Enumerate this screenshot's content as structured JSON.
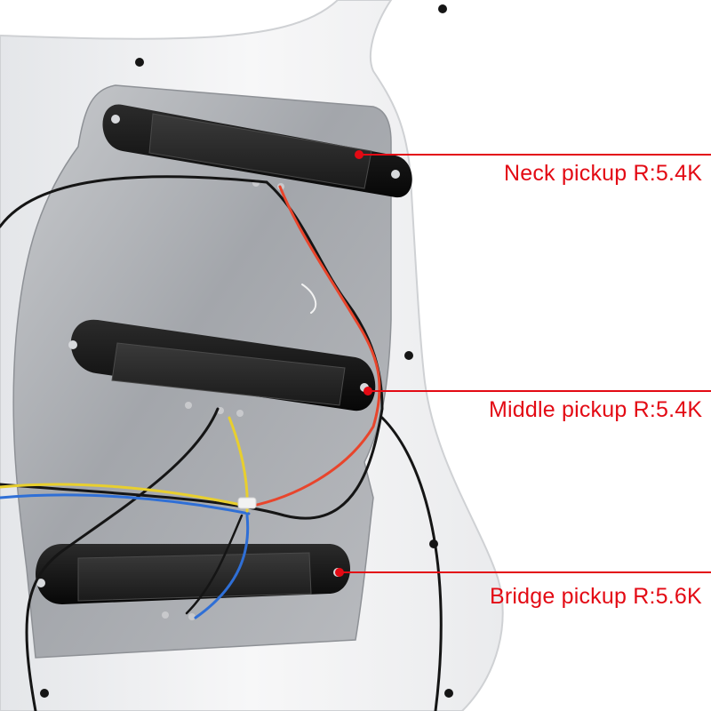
{
  "callouts": {
    "neck": "Neck pickup R:5.4K",
    "middle": "Middle pickup R:5.4K",
    "bridge": "Bridge pickup R:5.6K"
  },
  "colors": {
    "callout": "#e30a14",
    "pickguard": "#f1f2f4",
    "shield": "#aeb1b6",
    "pickup_cover": "#111111",
    "wire_red": "#e8452c",
    "wire_black": "#151515",
    "wire_yellow": "#e8cf2e",
    "wire_blue": "#2f6fd6"
  }
}
